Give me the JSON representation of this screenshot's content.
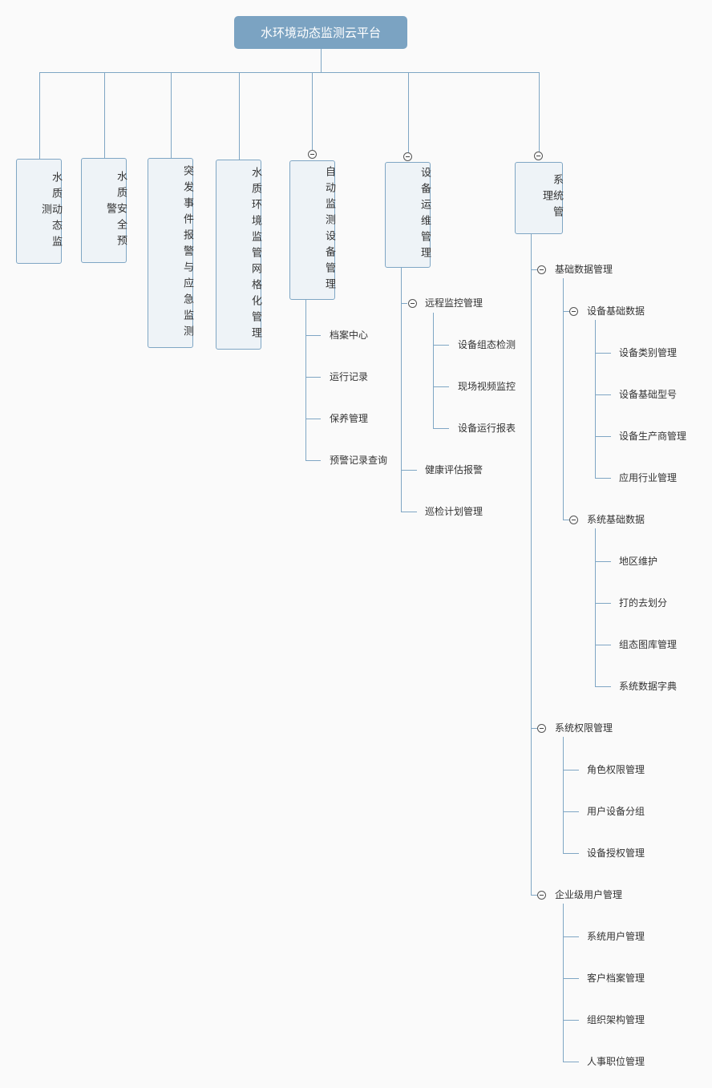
{
  "root": {
    "label": "水环境动态监测云平台"
  },
  "branches": {
    "water_quality_dynamic": "水质动态监测",
    "water_safety_warning": "水质安全预警",
    "emergency_monitoring": "突发事件报警与应急监测",
    "grid_management": "水质环境监管网格化管理",
    "auto_monitoring_device": "自动监测设备管理",
    "device_ops": "设备运维管理",
    "system_mgmt": "系统管理"
  },
  "auto_monitoring": {
    "archive_center": "档案中心",
    "run_records": "运行记录",
    "maintenance": "保养管理",
    "warning_query": "预警记录查询"
  },
  "device_ops": {
    "remote_monitoring": {
      "label": "远程监控管理",
      "config_detection": "设备组态检测",
      "site_video": "现场视频监控",
      "run_report": "设备运行报表"
    },
    "health_report": "健康评估报警",
    "inspection_plan": "巡检计划管理"
  },
  "system_mgmt": {
    "base_data": {
      "label": "基础数据管理",
      "device_base": {
        "label": "设备基础数据",
        "category": "设备类别管理",
        "model": "设备基础型号",
        "manufacturer": "设备生产商管理",
        "industry": "应用行业管理"
      },
      "system_base": {
        "label": "系统基础数据",
        "region": "地区维护",
        "division": "打的去划分",
        "gallery": "组态图库管理",
        "dictionary": "系统数据字典"
      }
    },
    "permissions": {
      "label": "系统权限管理",
      "role": "角色权限管理",
      "user_group": "用户设备分组",
      "device_auth": "设备授权管理"
    },
    "enterprise_users": {
      "label": "企业级用户管理",
      "system_users": "系统用户管理",
      "customer_archive": "客户档案管理",
      "org_structure": "组织架构管理",
      "positions": "人事职位管理"
    }
  },
  "colors": {
    "root_fill": "#7ba3c2",
    "node_fill": "#eef3f7",
    "node_border": "#7fa6c4",
    "line": "#7fa6c4"
  }
}
